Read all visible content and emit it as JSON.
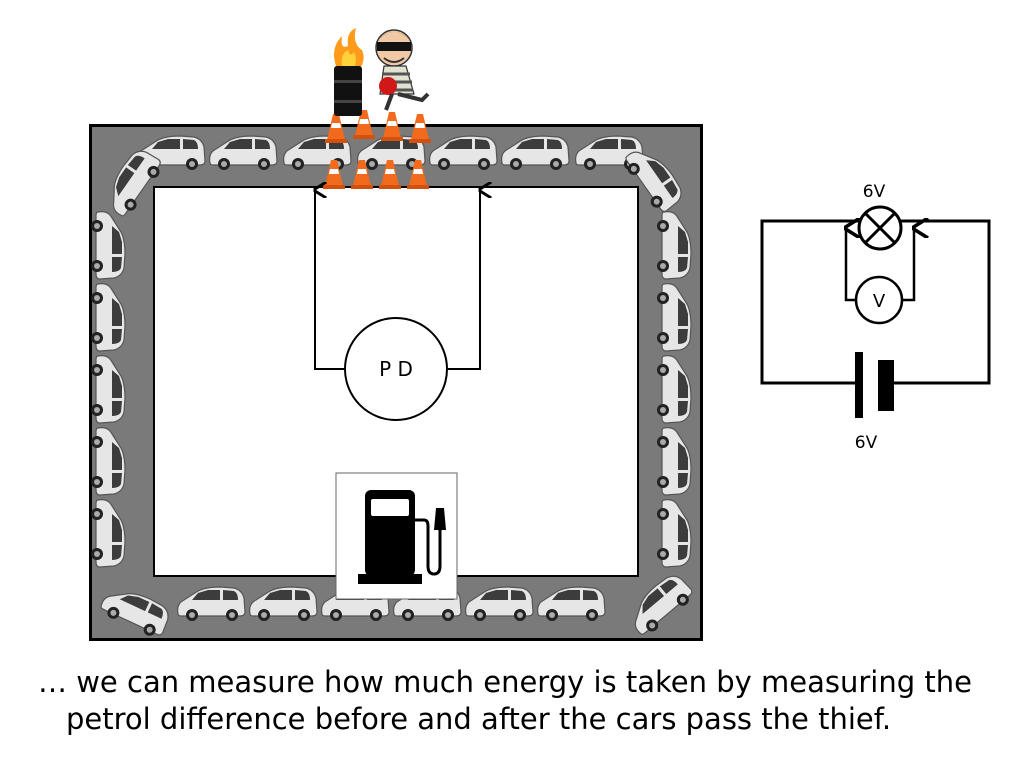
{
  "left_diagram": {
    "meter_label": "P D"
  },
  "right_circuit": {
    "lamp_voltage": "6V",
    "voltmeter_label": "V",
    "battery_voltage": "6V"
  },
  "caption": {
    "line1": "… we can measure how much energy is taken by measuring the",
    "line2": "petrol difference before and after the cars pass the thief."
  }
}
